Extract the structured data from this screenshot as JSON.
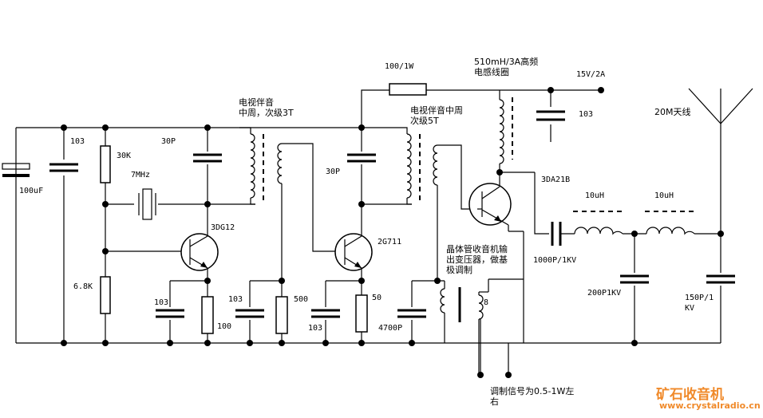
{
  "labels": {
    "c_100uf": "100uF",
    "c_103_a": "103",
    "r_30k": "30K",
    "crystal": "7MHz",
    "r_6_8k": "6.8K",
    "c_30p_a": "30P",
    "t1": "3DG12",
    "c_103_b": "103",
    "r_100": "100",
    "coil1_line1": "电视伴音",
    "coil1_line2": "中周，次级3T",
    "c_103_c": "103",
    "r_500": "500",
    "c_30p_b": "30P",
    "t2": "2G711",
    "c_103_d": "103",
    "r_50": "50",
    "c_4700p": "4700P",
    "r_100_1w": "100/1W",
    "coil2_line1": "电视伴音中周",
    "coil2_line2": "次级5T",
    "xfmr_line1": "晶体管收音机输",
    "xfmr_line2": "出变压器，做基",
    "xfmr_line3": "极调制",
    "xfmr_turns": "8",
    "mod_line1": "调制信号为0.5-1W左",
    "mod_line2": "右",
    "choke_line1": "510mH/3A高频",
    "choke_line2": "电感线圈",
    "supply": "15V/2A",
    "c_103_e": "103",
    "t3": "3DA21B",
    "c_1000p": "1000P/1KV",
    "l1": "10uH",
    "l2": "10uH",
    "c_200p": "200P1KV",
    "c_150p_line1": "150P/1",
    "c_150p_line2": "KV",
    "antenna": "20M天线"
  },
  "watermark": {
    "name": "矿石收音机",
    "url": "www.crystalradio.cn",
    "color": "#f08a2a"
  }
}
